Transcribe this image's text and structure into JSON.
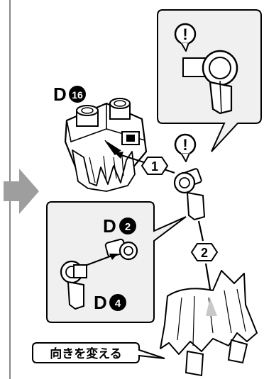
{
  "parts": {
    "top": {
      "letter": "D",
      "number": "16"
    },
    "inset_upper": {
      "letter": "D",
      "number": "2"
    },
    "inset_lower": {
      "letter": "D",
      "number": "4"
    }
  },
  "steps": {
    "first": "1",
    "second": "2"
  },
  "callout_caution_mark": "!",
  "caution_mark": "!",
  "note_label": "向きを変える",
  "colors": {
    "line": "#000000",
    "panel_fill": "#f0f0f0",
    "part_fill": "#ffffff",
    "shade": "#d0d0d0",
    "guide_arrow": "#bdbdbd",
    "rule": "#888888"
  }
}
